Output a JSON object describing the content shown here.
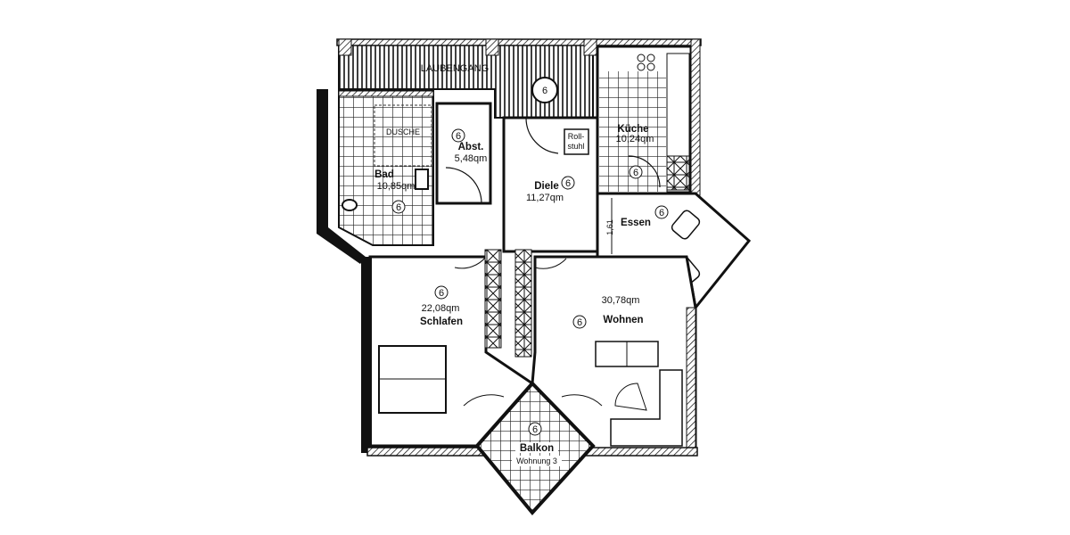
{
  "plan": {
    "corridor": "LAUBENGANG",
    "shower": "DUSCHE",
    "wheelchair": [
      "Roll-",
      "stuhl"
    ],
    "dimension": "1,61",
    "circle_marker": "6",
    "rooms": [
      {
        "name": "Bad",
        "area": "10,85qm"
      },
      {
        "name": "Abst.",
        "area": "5,48qm"
      },
      {
        "name": "Diele",
        "area": "11,27qm"
      },
      {
        "name": "Küche",
        "area": "10,24qm"
      },
      {
        "name": "Essen",
        "area": ""
      },
      {
        "name": "Schlafen",
        "area": "22,08qm"
      },
      {
        "name": "Wohnen",
        "area": "30,78qm"
      },
      {
        "name": "Balkon",
        "area": ""
      }
    ],
    "unit": "Wohnung 3"
  }
}
